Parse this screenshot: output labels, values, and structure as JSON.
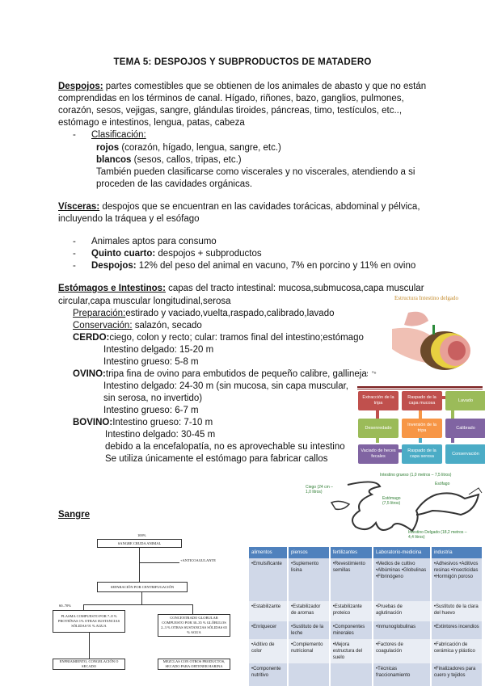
{
  "title": "TEMA 5: DESPOJOS Y SUBPRODUCTOS DE MATADERO",
  "despojos": {
    "term": "Despojos:",
    "lines": [
      " partes comestibles que se obtienen de los animales de abasto y que no están",
      "comprendidas en los términos de canal. Hígado, riñones, bazo, ganglios, pulmones,",
      "corazón, sesos, vejigas, sangre, glándulas tiroides, páncreas, timo, testículos, etc..,",
      "estómago e intestinos, lengua, patas, cabeza"
    ],
    "clasif_label": "Clasificación:",
    "rojos": "rojos",
    "rojos_txt": " (corazón, hígado, lengua, sangre, etc.)",
    "blancos": "blancos",
    "blancos_txt": " (sesos, callos, tripas, etc.)",
    "tambien": [
      "También pueden clasificarse como viscerales y no viscerales, atendiendo a si",
      "proceden de las cavidades orgánicas."
    ]
  },
  "visceras": {
    "term": "Vísceras:",
    "lines": [
      " despojos que se encuentran en las cavidades torácicas, abdominal y pélvica,",
      "incluyendo la tráquea y el esófago"
    ],
    "list": [
      {
        "bold": "",
        "text": "Animales aptos para consumo"
      },
      {
        "bold": "Quinto cuarto:",
        "text": " despojos + subproductos"
      },
      {
        "bold": "Despojos:",
        "text": " 12% del peso del animal en vacuno, 7% en porcino y 11% en ovino"
      }
    ]
  },
  "estomagos": {
    "term": "Estómagos e Intestinos:",
    "lines": [
      " capas del tracto intestinal: mucosa,submucosa,capa muscular",
      "circular,capa muscular longitudinal,serosa"
    ],
    "prep_label": "Preparación:",
    "prep": "estirado y vaciado,vuelta,raspado,calibrado,lavado",
    "cons_label": "Conservación:",
    "cons": " salazón, secado",
    "cerdo": "CERDO:",
    "cerdo_txt": "ciego, colon y recto; cular: tramos final del intestino;estómago",
    "cerdo_lines": [
      "Intestino delgado: 15-20 m",
      "Intestino grueso: 5-8 m"
    ],
    "ovino": "OVINO:",
    "ovino_txt": "tripa fina de ovino para embutidos de pequeño calibre, gallinejas",
    "ovino_lines": [
      "Intestino delgado: 24-30 m (sin mucosa, sin capa muscular,",
      "sin serosa, no invertido)",
      "Intestino grueso: 6-7 m"
    ],
    "bovino": "BOVINO:",
    "bovino_txt": "Intestino grueso: 7-10 m",
    "bovino_lines": [
      "Intestino delgado: 30-45 m",
      "debido a la encefalopatía, no es aprovechable su intestino",
      "Se utiliza únicamente el estómago para fabricar callos"
    ]
  },
  "sangre": "Sangre",
  "intestine_figure": {
    "title": "Estructura Intestino delgado"
  },
  "process_boxes": [
    {
      "label": "Extracción de la tripa",
      "color": "#c0504d"
    },
    {
      "label": "Raspado de la capa mucosa",
      "color": "#c0504d"
    },
    {
      "label": "Lavado",
      "color": "#9bbb59"
    },
    {
      "label": "Desenredado",
      "color": "#9bbb59"
    },
    {
      "label": "Inversión de la tripa",
      "color": "#f79646"
    },
    {
      "label": "Calibrado",
      "color": "#8064a2"
    },
    {
      "label": "Vaciado de heces fecales",
      "color": "#8064a2"
    },
    {
      "label": "Raspado de la capa serosa",
      "color": "#4bacc6"
    },
    {
      "label": "Conservación",
      "color": "#4bacc6"
    }
  ],
  "sheep_figure": {
    "labels": [
      "Intestino grueso (1,0 metros – 7,5 litros)",
      "Ciego (24 cm – 1,0 litros)",
      "Esófago",
      "Estómago (7,5 litros)",
      "Intestino Delgado (18,2 metros – 4,4 litros)"
    ]
  },
  "blood_flow": {
    "top_pct": "100%",
    "n1": "SANGRE CRUDA ANIMAL",
    "anti": "+ANTICOAGULANTE",
    "n2": "SEPARACIÓN POR CENTRIFUGACIÓN",
    "pct2": "60–70%",
    "n3": "PLASMA COMPUESTO POR 7–8 % PROTEÍNAS 1% OTRAS SUSTANCIAS SÓLIDAS 91 % AGUA",
    "n4": "CONCENTRADO GLOBULAR COMPUESTO POR 30–35 % GLÓBULOS 2–3 % OTRAS SUSTANCIAS SÓLIDAS 65 % AGUA",
    "n5": "ENFRIAMIENTO, CONGELACIÓN O SECADO",
    "n6": "MEZCLAS CON OTROS PRODUCTOS, SECADO PARA OBTENER HARINA"
  },
  "uses_table": {
    "headers": [
      "alimentos",
      "piensos",
      "fertilizantes",
      "Laboratorio-medicina",
      "industria"
    ],
    "rows": [
      [
        "•Emulsificante",
        "•Suplemento lisina",
        "•Revestimiento semillas",
        "•Medios de cultivo •Albúminas •Globulinas •Fibrinógeno",
        "•Adhesivos •Aditivos resinas •Insecticidas •Hormigón poroso"
      ],
      [
        "•Estabilizante",
        "•Estabilizador de aromas",
        "•Estabilizante proteico",
        "•Pruebas de aglutinación",
        "•Sustituto de la clara del huevo"
      ],
      [
        "•Enriquecer",
        "•Sustituto de la leche",
        "•Componentes minerales",
        "•Inmunoglobulinas",
        "•Extintores incendios"
      ],
      [
        "•Aditivo de color",
        "•Complemento nutricional",
        "•Mejora estructura del suelo",
        "•Factores de coagulación",
        "•Fabricación de cerámica y plástico"
      ],
      [
        "•Componente nutritivo",
        "",
        "",
        "•Técnicas fraccionamiento",
        "•Finalizadores para cuero y tejidos"
      ]
    ]
  }
}
